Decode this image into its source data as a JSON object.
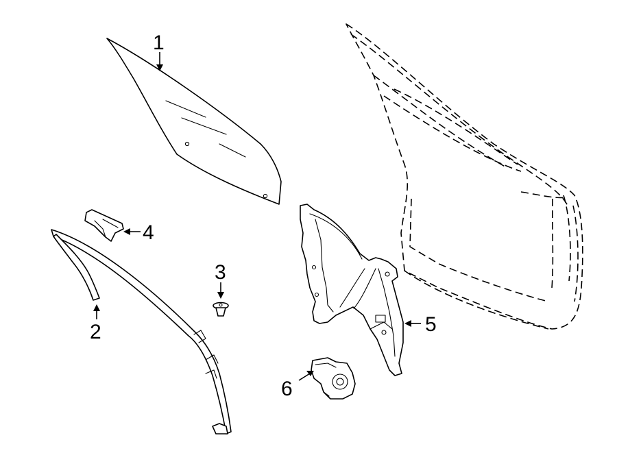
{
  "diagram": {
    "parts": [
      {
        "id": "glass",
        "callout": "1"
      },
      {
        "id": "run-channel",
        "callout": "2"
      },
      {
        "id": "clip",
        "callout": "3"
      },
      {
        "id": "bracket",
        "callout": "4"
      },
      {
        "id": "regulator",
        "callout": "5"
      },
      {
        "id": "motor",
        "callout": "6"
      }
    ],
    "colors": {
      "line": "#000000",
      "background": "#ffffff"
    }
  }
}
